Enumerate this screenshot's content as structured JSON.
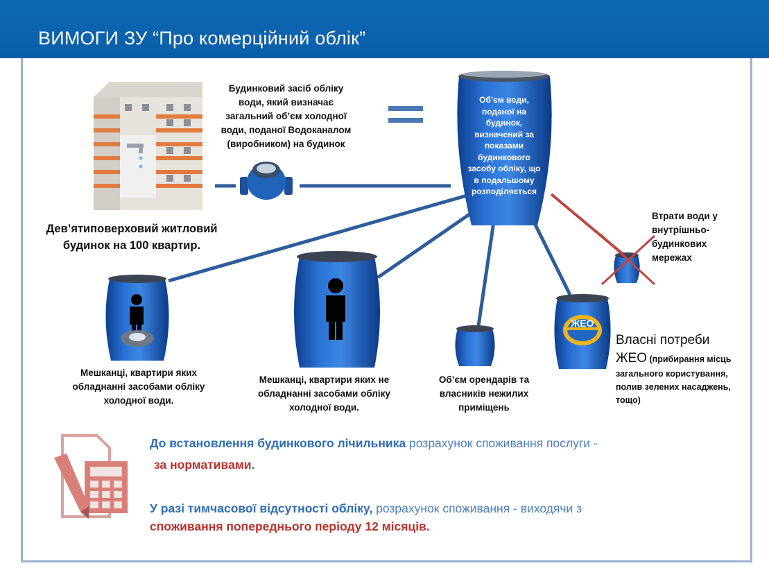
{
  "header": {
    "title": "ВИМОГИ ЗУ “Про комерційний облік”"
  },
  "meter_caption": [
    "Будинковий засіб обліку",
    "води, який визначає",
    "загальний об’єм холодної",
    "води, поданої Водоканалом",
    "(виробником) на будинок"
  ],
  "building_caption": [
    "Дев’ятиповерховий житловий",
    "будинок на 100 квартир."
  ],
  "big_barrel_text": [
    "Об’єм  води,",
    "поданої на",
    "будинок,",
    "визначений за",
    "показами",
    "будинкового",
    "засобу обліку, що",
    "в подальшому",
    "розподіляється"
  ],
  "losses_caption": [
    "Втрати води у",
    "внутрішньо-",
    "будинкових",
    "мережах"
  ],
  "jeo_label": "ЖЕО",
  "jeo_caption": {
    "title_line1": "Власні потреби",
    "title_word": "ЖЕО",
    "rest_line1": "(прибирання місць",
    "rest_lines": [
      "загального користування,",
      "полив зелених насаджень,",
      "тощо)"
    ]
  },
  "metered_caption": [
    "Мешканці, квартири яких",
    "обладнанні засобами обліку",
    "холодної води."
  ],
  "unmetered_caption": [
    "Мешканці, квартири яких не",
    "обладнанні засобами обліку",
    "холодної води."
  ],
  "nonresidential_caption": [
    "Об’єм орендарів та",
    "власників нежилих",
    "приміщень"
  ],
  "bottom": {
    "p1_blue": "До встановлення будинкового лічильника",
    "p1_rest": " розрахунок споживання послуги  -",
    "p1_red": "за нормативами",
    "p1_end": ".",
    "p2_blue": "У разі тимчасової відсутності обліку,",
    "p2_rest": "  розрахунок споживання -  виходячи з",
    "p2_red": "споживання попереднього періоду 12 місяців."
  },
  "colors": {
    "header": "#0f6ab4",
    "barrel": "#1a5fc2",
    "line": "#2f5d9a",
    "cross": "#c0443f",
    "red_text": "#b8322c",
    "blue_text": "#2f6db6"
  }
}
